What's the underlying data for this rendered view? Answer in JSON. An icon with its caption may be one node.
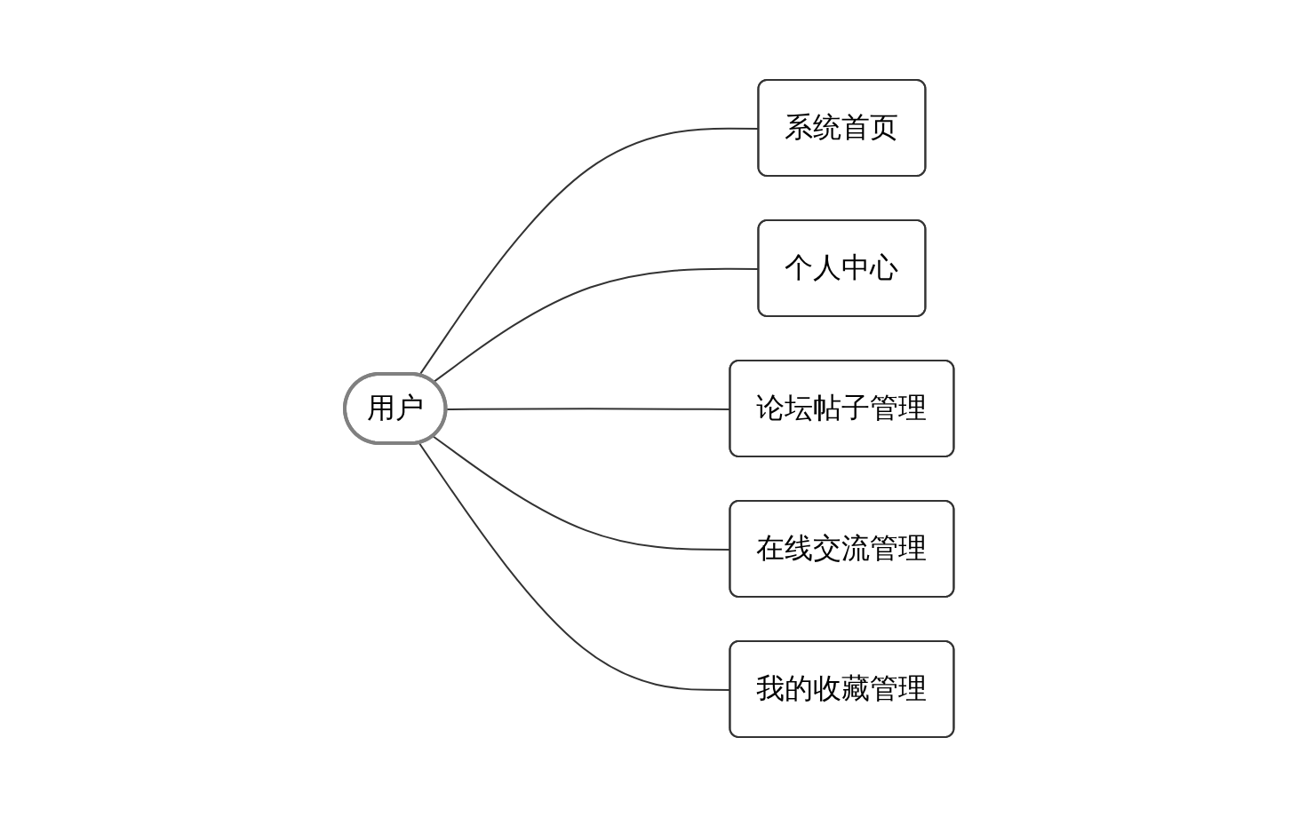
{
  "diagram": {
    "nodes": [
      {
        "text": [
          "用户"
        ]
      },
      {
        "text": [
          "系统首页"
        ]
      },
      {
        "text": [
          "个人中心"
        ]
      },
      {
        "text": [
          "论坛帖子管理"
        ]
      },
      {
        "text": [
          "在线交流管理"
        ]
      },
      {
        "text": [
          "我的收藏管理"
        ]
      }
    ],
    "edges": [
      {
        "from": 0,
        "to": 1,
        "arrow": "none"
      },
      {
        "from": 0,
        "to": 2,
        "arrow": "none"
      },
      {
        "from": 0,
        "to": 3,
        "arrow": "none"
      },
      {
        "from": 0,
        "to": 4,
        "arrow": "none"
      },
      {
        "from": 0,
        "to": 5,
        "arrow": "none"
      }
    ]
  }
}
